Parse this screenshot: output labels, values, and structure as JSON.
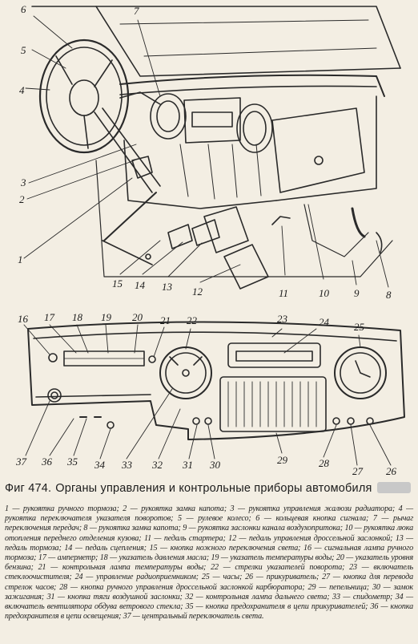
{
  "caption": {
    "figure_number": "Фиг 474.",
    "title": "Органы управления и контрольные приборы автомобиля"
  },
  "callouts": {
    "n1": "1",
    "n2": "2",
    "n3": "3",
    "n4": "4",
    "n5": "5",
    "n6": "6",
    "n7": "7",
    "n8": "8",
    "n9": "9",
    "n10": "10",
    "n11": "11",
    "n12": "12",
    "n13": "13",
    "n14": "14",
    "n15": "15",
    "n16": "16",
    "n17": "17",
    "n18": "18",
    "n19": "19",
    "n20": "20",
    "n21": "21",
    "n22": "22",
    "n23": "23",
    "n24": "24",
    "n25": "25",
    "n26": "26",
    "n27": "27",
    "n28": "28",
    "n29": "29",
    "n30": "30",
    "n31": "31",
    "n32": "32",
    "n33": "33",
    "n34": "34",
    "n35": "35",
    "n36": "36",
    "n37": "37"
  },
  "legend": {
    "text": "1 — рукоятка ручного тормоза; 2 — рукоятка замка капота; 3 — рукоятка управления жалюзи радиатора; 4 — рукоятка переключателя указателя поворотов; 5 — рулевое колесо; 6 — кольцевая кнопка сигнала; 7 — рычаг переключения передач; 8 — рукоятка замка капота; 9 — рукоятка заслонки канала воздухопритока; 10 — рукоятка люка отопления переднего отделения кузова; 11 — педаль стартера; 12 — педаль управления дроссельной заслонкой; 13 — педаль тормоза; 14 — педаль сцепления; 15 — кнопка ножного переключения света; 16 — сигнальная лампа ручного тормоза; 17 — амперметр; 18 — указатель давления масла; 19 — указатель температуры воды; 20 — указатель уровня бензина; 21 — контрольная лампа температуры воды; 22 — стрелки указателей поворота; 23 — включатель стеклоочистителя; 24 — управление радиоприемником; 25 — часы; 26 — прикуриватель; 27 — кнопка для перевода стрелок часов; 28 — кнопка ручного управления дроссельной заслонкой карбюратора; 29 — пепельница; 30 — замок зажигания; 31 — кнопка тяги воздушной заслонки; 32 — контрольная лампа дальнего света; 33 — спидометр; 34 — включатель вентилятора обдува ветрового стекла; 35 — кнопка предохранителя в цепи прикуривателей; 36 — кнопка предохранителя в цепи освещения; 37 — центральный переключатель света.",
    "last_line": ""
  }
}
